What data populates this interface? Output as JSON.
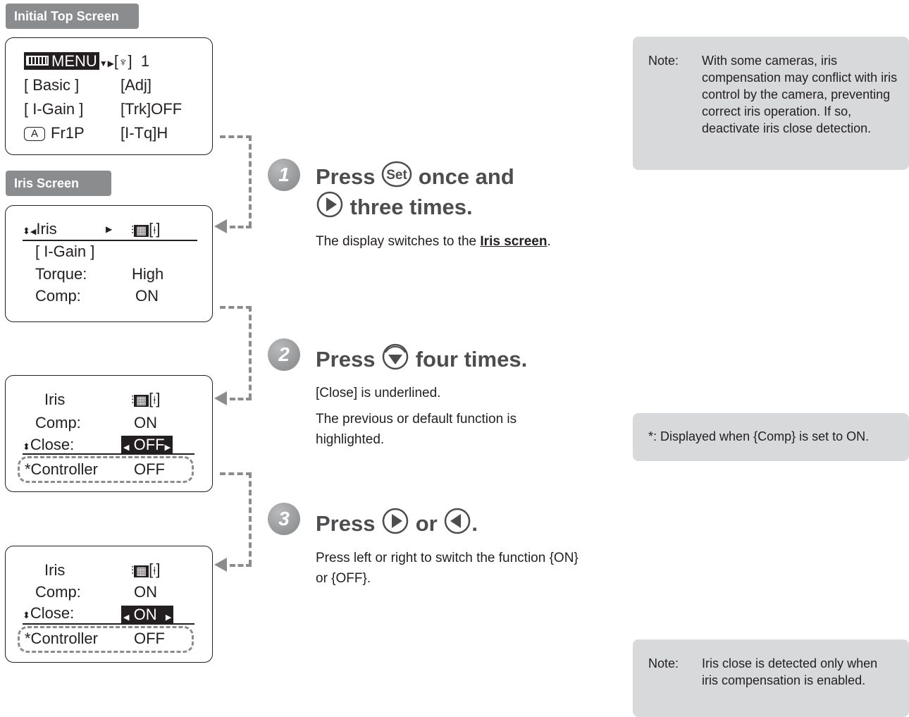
{
  "initial": {
    "tag": "Initial Top Screen",
    "row1": {
      "menu": "MENU",
      "icon_bracket": "[",
      "icon_bracket_end": "]",
      "num": "1"
    },
    "r2l": "[ Basic ]",
    "r2r": "[Adj]",
    "r3l": "[ I-Gain ]",
    "r3r": "[Trk]OFF",
    "r4btn": "A",
    "r4l": "Fr1P",
    "r4r": "[I-Tq]H"
  },
  "iris": {
    "tag": "Iris Screen",
    "title": "Iris",
    "bracket_open": "[",
    "bracket_close": "]",
    "r1": "[ I-Gain ]",
    "r2l": "Torque:",
    "r2r": "High",
    "r3l": "Comp:",
    "r3r": "ON"
  },
  "screen2": {
    "title": "Iris",
    "comp_l": "Comp:",
    "comp_r": "ON",
    "close_l": "Close:",
    "close_r": "OFF",
    "ctrl_l": "*Controller",
    "ctrl_r": "OFF"
  },
  "screen3": {
    "title": "Iris",
    "comp_l": "Comp:",
    "comp_r": "ON",
    "close_l": "Close:",
    "close_r": "ON",
    "ctrl_l": "*Controller",
    "ctrl_r": "OFF"
  },
  "steps": [
    {
      "num": "1",
      "press": "Press",
      "btn": "Set",
      "mid": "once and",
      "line2": "three times.",
      "body_pre": "The display switches to the ",
      "body_link": "Iris screen",
      "body_post": "."
    },
    {
      "num": "2",
      "press": "Press",
      "tail": "four times.",
      "p1": "[Close] is underlined.",
      "p2": "The previous or default function is highlighted."
    },
    {
      "num": "3",
      "press": "Press",
      "or": "or",
      "end": ".",
      "p1": "Press left or right to switch the function {ON} or {OFF}."
    }
  ],
  "notes": {
    "n1_label": "Note:",
    "n1_text": "With some cameras, iris compensation may conflict with iris control by the camera, preventing correct iris operation. If so, deactivate iris close detection.",
    "n2_text": "*: Displayed when {Comp} is set to ON.",
    "n3_label": "Note:",
    "n3_text": "Iris close is detected only when iris compensation is enabled."
  }
}
